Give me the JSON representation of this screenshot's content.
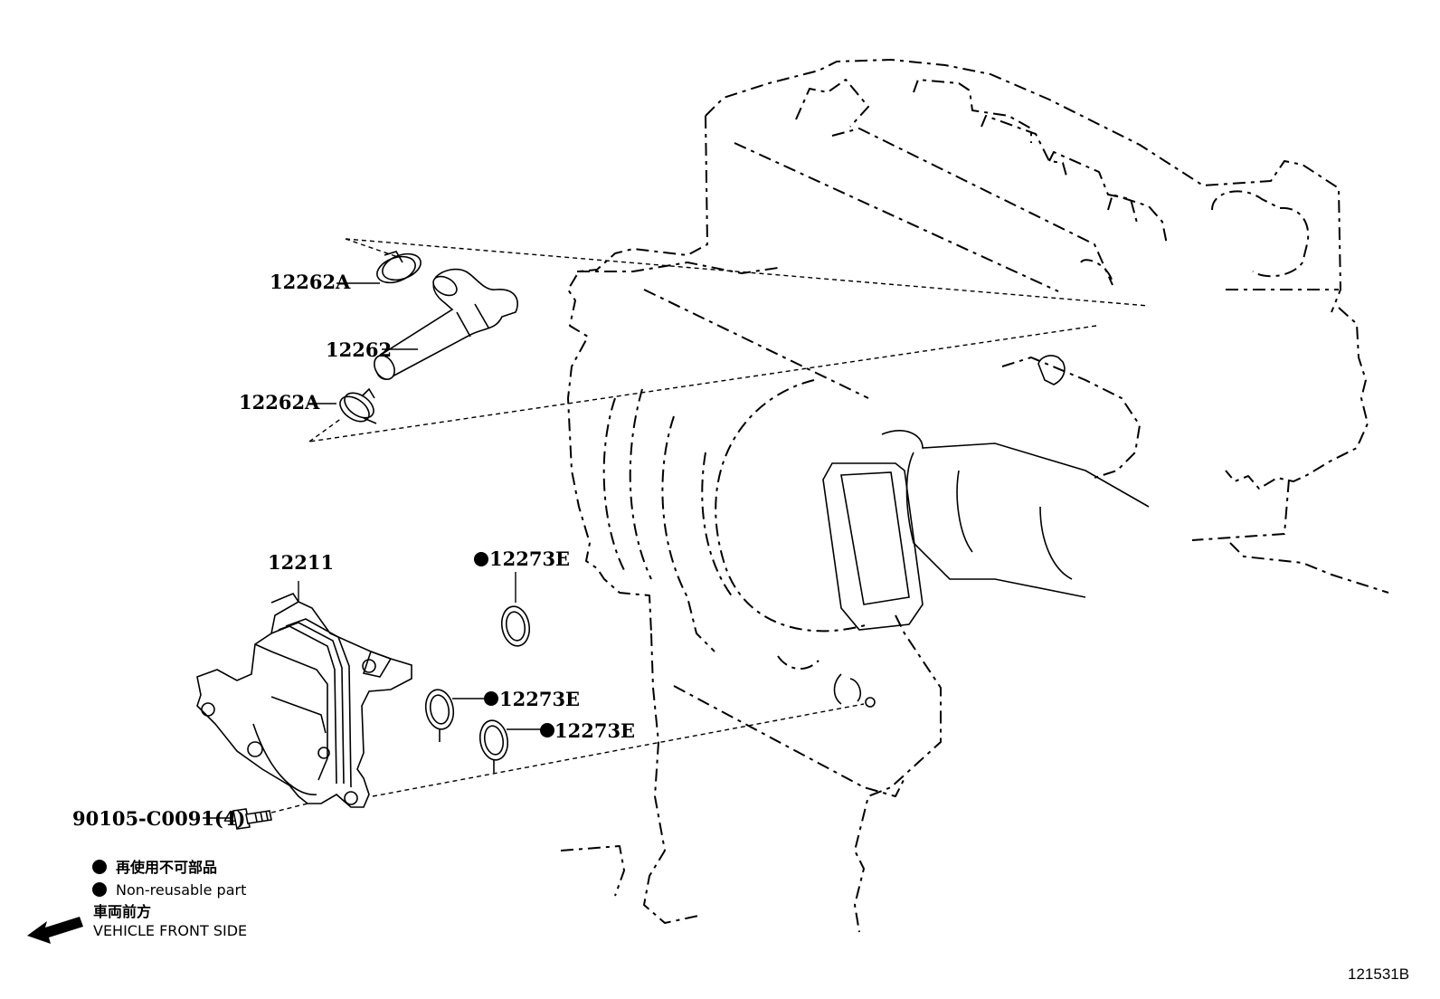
{
  "parts": {
    "clip_upper": "12262A",
    "hose": "12262",
    "clip_lower": "12262A",
    "cover": "12211",
    "gasket_a": "12273E",
    "gasket_b": "12273E",
    "gasket_c": "12273E",
    "bolt": "90105-C0091(4)"
  },
  "legend": {
    "non_reusable_jp": "再使用不可部品",
    "non_reusable_en": "Non-reusable part",
    "front_jp": "車両前方",
    "front_en": "VEHICLE FRONT SIDE"
  },
  "reference_number": "121531B"
}
